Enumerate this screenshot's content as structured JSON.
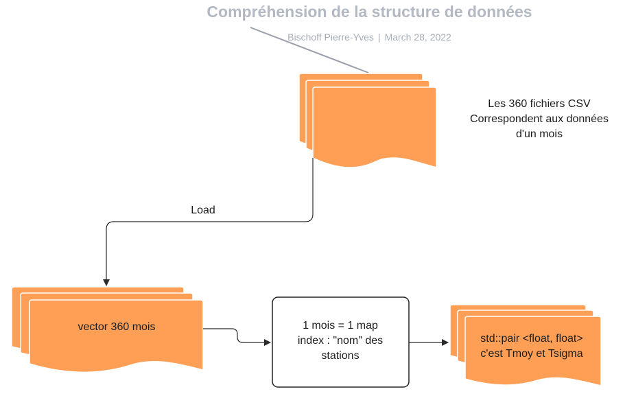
{
  "header": {
    "title": "Compréhension de la structure de données",
    "author": "Bischoff Pierre-Yves",
    "separator": "|",
    "date": "March 28, 2022"
  },
  "nodes": {
    "csv_files": {
      "note_line1": "Les 360 fichiers CSV",
      "note_line2": "Correspondent aux données",
      "note_line3": "d'un mois"
    },
    "load_edge": {
      "label": "Load"
    },
    "vector": {
      "label": "vector 360 mois"
    },
    "map_box": {
      "line1": "1 mois = 1 map",
      "line2": "index : \"nom\" des",
      "line3": "stations"
    },
    "pair": {
      "line1": "std::pair <float, float>",
      "line2": "c'est Tmoy et Tsigma"
    }
  },
  "colors": {
    "shape_fill": "#ff9f55",
    "shape_stroke": "#ffffff",
    "connector": "#2a2a2a",
    "title": "#b3b9c3"
  }
}
